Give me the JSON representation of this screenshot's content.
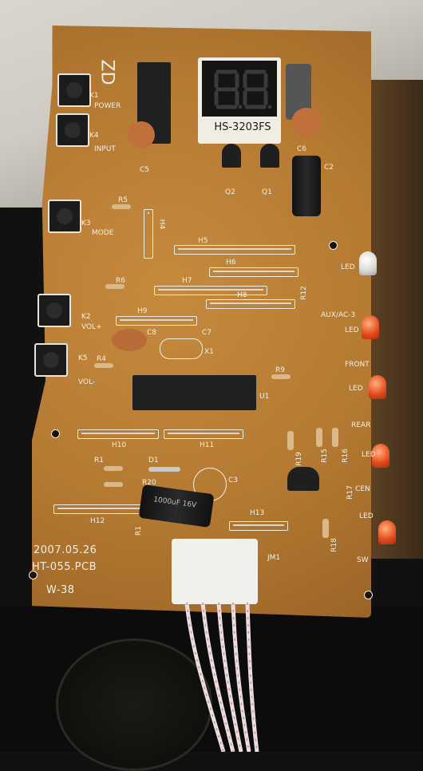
{
  "board": {
    "date": "2007.05.26",
    "model": "HT-055.PCB",
    "revision": "W-38",
    "display_part": "HS-3203FS",
    "zd_label": "ZD"
  },
  "buttons": [
    {
      "ref": "K1",
      "name": "POWER"
    },
    {
      "ref": "K4",
      "name": "INPUT"
    },
    {
      "ref": "K3",
      "name": "MODE"
    },
    {
      "ref": "K2",
      "name": "VOL+"
    },
    {
      "ref": "K5",
      "name": "VOL-"
    }
  ],
  "jumpers": [
    "H4",
    "H5",
    "H6",
    "H7",
    "H8",
    "H9",
    "H10",
    "H11",
    "H12",
    "H13"
  ],
  "resistors": [
    "R5",
    "R6",
    "R4",
    "R9",
    "R1",
    "R20",
    "R12",
    "R19",
    "R15",
    "R16",
    "R17",
    "R18"
  ],
  "capacitors": [
    "C5",
    "C6",
    "C2",
    "C8",
    "C7",
    "C3"
  ],
  "transistors": [
    "Q2",
    "Q1"
  ],
  "misc": {
    "d1": "D1",
    "u1": "U1",
    "x1": "X1",
    "jm1": "JM1"
  },
  "leds": [
    {
      "label": "LED",
      "name": "AUX/AC-3"
    },
    {
      "label": "LED",
      "name": "FRONT"
    },
    {
      "label": "LED",
      "name": "REAR"
    },
    {
      "label": "LED",
      "name": "CEN"
    },
    {
      "label": "LED",
      "name": "SW"
    }
  ],
  "electrolytic_marking": "1000uF 16V"
}
